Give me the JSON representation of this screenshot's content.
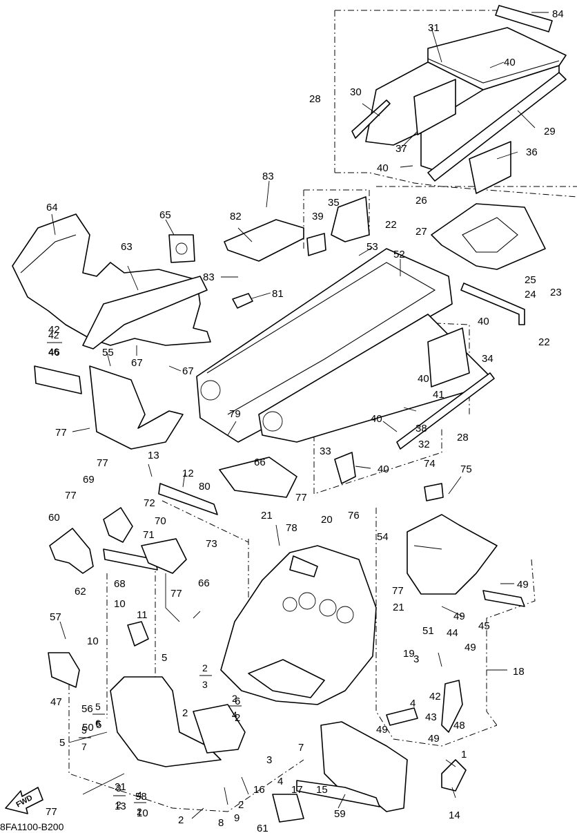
{
  "diagram": {
    "code": "8FA1100-B200",
    "fwd_label": "FWD",
    "callouts": [
      "84",
      "31",
      "40",
      "28",
      "30",
      "29",
      "37",
      "36",
      "40",
      "26",
      "22",
      "27",
      "35",
      "39",
      "83",
      "82",
      "65",
      "64",
      "63",
      "83",
      "81",
      "53",
      "52",
      "25",
      "24",
      "23",
      "22",
      "40",
      "34",
      "67",
      "67",
      "42",
      "46",
      "55",
      "40",
      "41",
      "79",
      "77",
      "66",
      "77",
      "38",
      "40",
      "32",
      "28",
      "33",
      "40",
      "13",
      "12",
      "80",
      "77",
      "69",
      "72",
      "77",
      "60",
      "71",
      "70",
      "73",
      "62",
      "68",
      "21",
      "78",
      "74",
      "75",
      "20",
      "76",
      "54",
      "77",
      "66",
      "49",
      "45",
      "21",
      "49",
      "77",
      "57",
      "10",
      "11",
      "44",
      "49",
      "51",
      "10",
      "5",
      "2",
      "3",
      "19",
      "18",
      "42",
      "47",
      "56",
      "5",
      "6",
      "2",
      "4",
      "49",
      "43",
      "49",
      "48",
      "50",
      "5",
      "7",
      "1",
      "21",
      "58",
      "3",
      "4",
      "17",
      "15",
      "16",
      "77",
      "13",
      "10",
      "2",
      "2",
      "8",
      "9",
      "61",
      "59",
      "14",
      "77"
    ],
    "fractions": [
      {
        "num": "42",
        "den": "46"
      },
      {
        "num": "2",
        "den": "3"
      },
      {
        "num": "2",
        "den": "4"
      },
      {
        "num": "5",
        "den": "6"
      },
      {
        "num": "5",
        "den": "7"
      },
      {
        "num": "3",
        "den": "2"
      },
      {
        "num": "4",
        "den": "2"
      }
    ]
  }
}
